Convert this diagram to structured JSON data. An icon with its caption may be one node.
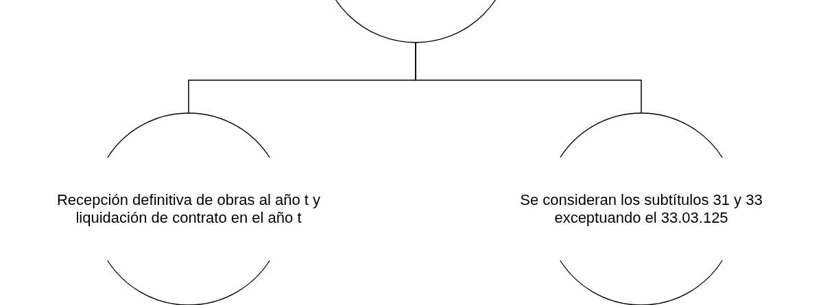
{
  "diagram": {
    "nodes": [
      {
        "text": [],
        "shape": "circle"
      },
      {
        "text": [
          "Recepción definitiva de obras al año t y liquidación de contrato en el año t"
        ]
      },
      {
        "text": [
          "Se consideran los subtítulos 31 y 33 exceptuando el 33.03.125"
        ]
      }
    ],
    "edges": [
      {
        "from": 0,
        "to": 1,
        "arrow": "none"
      },
      {
        "from": 0,
        "to": 2,
        "arrow": "none"
      }
    ]
  }
}
